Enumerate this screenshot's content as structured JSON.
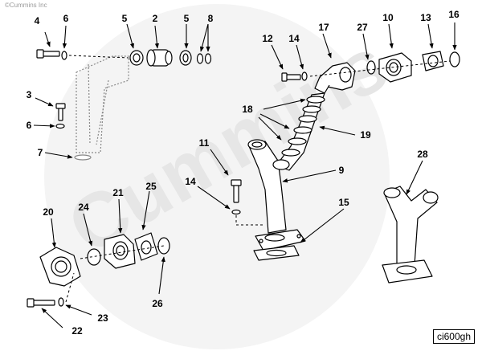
{
  "copyright": "©Cummins Inc",
  "watermark": "Cummins",
  "figure_id": "ci600gh",
  "colors": {
    "ink": "#000000",
    "watermark": "#ececec",
    "part_fill": "#ffffff",
    "dim_part": "#888888"
  },
  "callouts": [
    {
      "id": "c4",
      "label": "4"
    },
    {
      "id": "c6a",
      "label": "6"
    },
    {
      "id": "c5a",
      "label": "5"
    },
    {
      "id": "c2",
      "label": "2"
    },
    {
      "id": "c5b",
      "label": "5"
    },
    {
      "id": "c8",
      "label": "8"
    },
    {
      "id": "c12",
      "label": "12"
    },
    {
      "id": "c14a",
      "label": "14"
    },
    {
      "id": "c17",
      "label": "17"
    },
    {
      "id": "c27",
      "label": "27"
    },
    {
      "id": "c10",
      "label": "10"
    },
    {
      "id": "c13",
      "label": "13"
    },
    {
      "id": "c16",
      "label": "16"
    },
    {
      "id": "c3",
      "label": "3"
    },
    {
      "id": "c6b",
      "label": "6"
    },
    {
      "id": "c18",
      "label": "18"
    },
    {
      "id": "c19",
      "label": "19"
    },
    {
      "id": "c7",
      "label": "7"
    },
    {
      "id": "c11",
      "label": "11"
    },
    {
      "id": "c28",
      "label": "28"
    },
    {
      "id": "c9",
      "label": "9"
    },
    {
      "id": "c14b",
      "label": "14"
    },
    {
      "id": "c21",
      "label": "21"
    },
    {
      "id": "c25",
      "label": "25"
    },
    {
      "id": "c20",
      "label": "20"
    },
    {
      "id": "c24",
      "label": "24"
    },
    {
      "id": "c15",
      "label": "15"
    },
    {
      "id": "c26",
      "label": "26"
    },
    {
      "id": "c23",
      "label": "23"
    },
    {
      "id": "c22",
      "label": "22"
    }
  ]
}
